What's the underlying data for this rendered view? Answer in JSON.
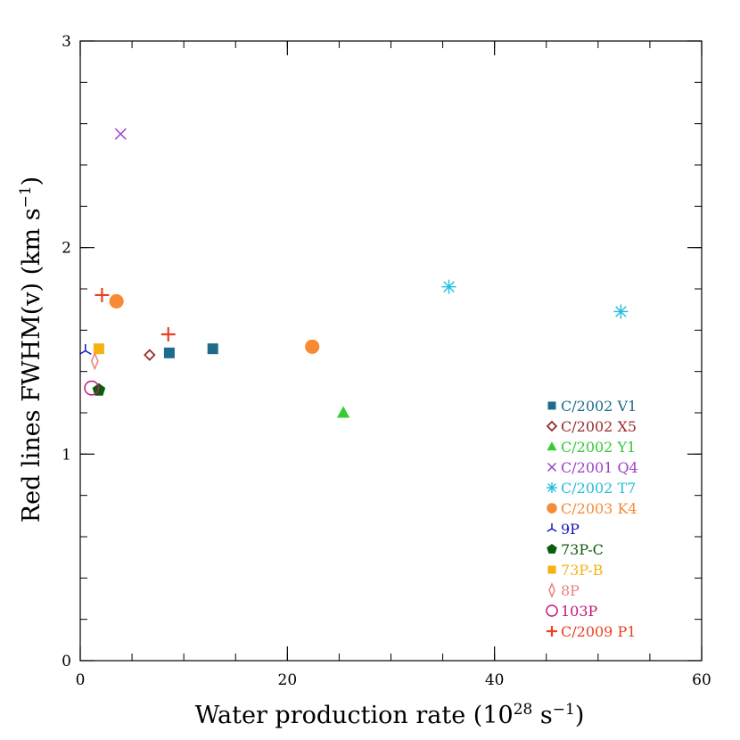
{
  "chart_data": {
    "type": "scatter",
    "xlabel_main": "Water production rate (10",
    "xlabel_sup": "28",
    "xlabel_tail": " s",
    "xlabel_sup2": "−1",
    "xlabel_close": ")",
    "ylabel_main": "Red lines FWHM(v) (km s",
    "ylabel_sup": "−1",
    "ylabel_close": ")",
    "xlim": [
      0,
      60
    ],
    "ylim": [
      0,
      3
    ],
    "x_major_ticks": [
      0,
      20,
      40,
      60
    ],
    "x_minor_step": 5,
    "y_major_ticks": [
      0,
      1,
      2,
      3
    ],
    "y_minor_step": 0.2,
    "x_tick_labels": [
      "0",
      "20",
      "40",
      "60"
    ],
    "y_tick_labels": [
      "0",
      "1",
      "2",
      "3"
    ],
    "legend_position": "bottom-right",
    "series": [
      {
        "name": "C/2002 V1",
        "marker": "square",
        "color": "#1f6b8c",
        "points": [
          [
            8.6,
            1.49
          ],
          [
            12.8,
            1.51
          ]
        ]
      },
      {
        "name": "C/2002 X5",
        "marker": "diamond-open",
        "color": "#9b2a2a",
        "points": [
          [
            6.7,
            1.48
          ]
        ]
      },
      {
        "name": "C/2002 Y1",
        "marker": "triangle",
        "color": "#33cc33",
        "points": [
          [
            25.4,
            1.2
          ]
        ]
      },
      {
        "name": "C/2001 Q4",
        "marker": "x",
        "color": "#9a40cc",
        "points": [
          [
            3.9,
            2.55
          ]
        ]
      },
      {
        "name": "C/2002 T7",
        "marker": "asterisk",
        "color": "#22bde0",
        "points": [
          [
            35.6,
            1.81
          ],
          [
            52.2,
            1.69
          ]
        ]
      },
      {
        "name": "C/2003 K4",
        "marker": "circle",
        "color": "#f68a35",
        "points": [
          [
            3.5,
            1.74
          ],
          [
            22.4,
            1.52
          ]
        ]
      },
      {
        "name": "9P",
        "marker": "tri-down",
        "color": "#1515bb",
        "points": [
          [
            0.5,
            1.5
          ]
        ]
      },
      {
        "name": "73P-C",
        "marker": "pentagon",
        "color": "#0b5c0b",
        "points": [
          [
            1.8,
            1.31
          ]
        ]
      },
      {
        "name": "73P-B",
        "marker": "square",
        "color": "#f5b212",
        "points": [
          [
            1.8,
            1.51
          ]
        ]
      },
      {
        "name": "8P",
        "marker": "thin-diamond-open",
        "color": "#ec7f7f",
        "points": [
          [
            1.4,
            1.45
          ]
        ]
      },
      {
        "name": "103P",
        "marker": "circle-open",
        "color": "#c0187a",
        "points": [
          [
            1.1,
            1.32
          ]
        ]
      },
      {
        "name": "C/2009 P1",
        "marker": "plus",
        "color": "#ea3f1f",
        "points": [
          [
            2.1,
            1.77
          ],
          [
            8.5,
            1.58
          ]
        ]
      }
    ]
  }
}
